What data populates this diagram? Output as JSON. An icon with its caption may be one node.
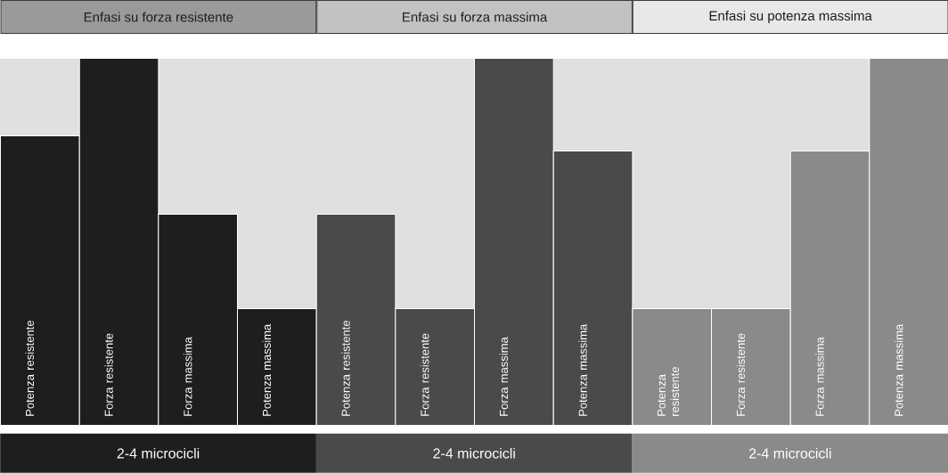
{
  "diagram": {
    "nodes": [
      {
        "text": [
          "Enfasi su forza resistente"
        ]
      },
      {
        "text": [
          "Enfasi su forza massima"
        ]
      },
      {
        "text": [
          "Enfasi su potenza massima"
        ]
      },
      {
        "text": [
          "Potenza resistente"
        ]
      },
      {
        "text": [
          "Forza resistente"
        ]
      },
      {
        "text": [
          "Forza massima"
        ]
      },
      {
        "text": [
          "Potenza massima"
        ]
      },
      {
        "text": [
          "Potenza resistente"
        ]
      },
      {
        "text": [
          "Forza resistente"
        ]
      },
      {
        "text": [
          "Forza massima"
        ]
      },
      {
        "text": [
          "Potenza massima"
        ]
      },
      {
        "text": [
          "Potenza resistente"
        ]
      },
      {
        "text": [
          "Forza resistente"
        ]
      },
      {
        "text": [
          "Forza massima"
        ]
      },
      {
        "text": [
          "Potenza massima"
        ]
      },
      {
        "text": [
          "2-4 microcicli"
        ]
      },
      {
        "text": [
          "2-4 microcicli"
        ]
      },
      {
        "text": [
          "2-4 microcicli"
        ]
      }
    ]
  }
}
